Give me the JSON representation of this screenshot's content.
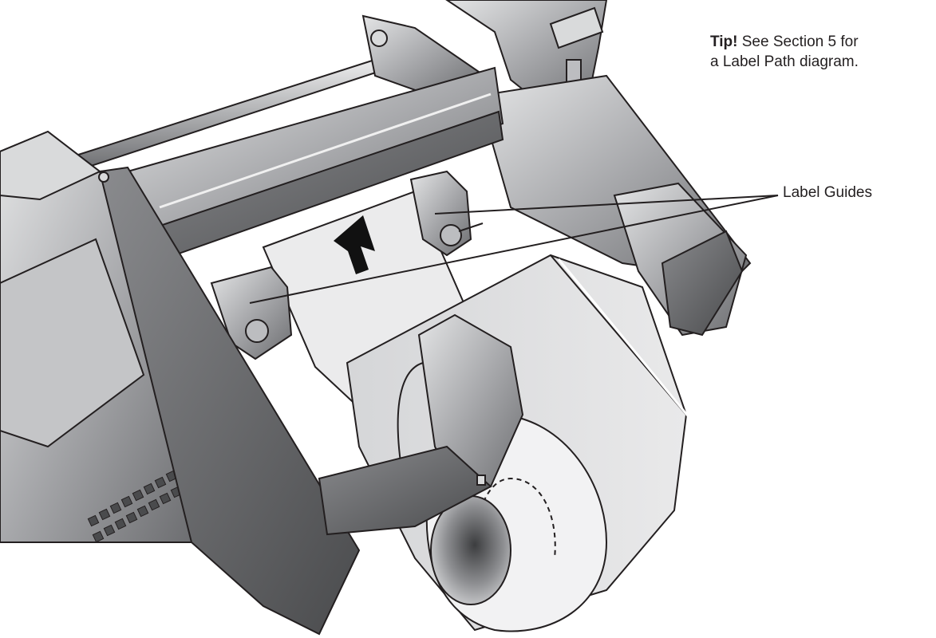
{
  "tip": {
    "prefix": "Tip!",
    "line1_rest": " See Section 5 for",
    "line2": "a Label Path diagram."
  },
  "callout": {
    "label": "Label Guides"
  },
  "colors": {
    "metal_light": "#c9cacc",
    "metal_mid": "#9a9b9e",
    "metal_dark": "#58595b",
    "label_paper": "#ebebec",
    "roll_face": "#f2f2f3",
    "outline": "#231f20"
  }
}
